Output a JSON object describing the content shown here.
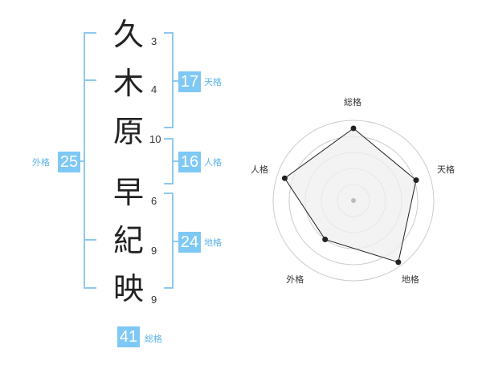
{
  "name": {
    "chars": [
      "久",
      "木",
      "原",
      "早",
      "紀",
      "映"
    ],
    "strokes": [
      "3",
      "4",
      "10",
      "6",
      "9",
      "9"
    ]
  },
  "fortunes": {
    "tenkaku": {
      "value": "17",
      "label": "天格"
    },
    "jinkaku": {
      "value": "16",
      "label": "人格"
    },
    "chikaku": {
      "value": "24",
      "label": "地格"
    },
    "gaikaku": {
      "value": "25",
      "label": "外格"
    },
    "soukaku": {
      "value": "41",
      "label": "総格"
    }
  },
  "chart_data": {
    "type": "radar",
    "axes": [
      "総格",
      "天格",
      "地格",
      "外格",
      "人格"
    ],
    "values": [
      0.9,
      0.82,
      0.95,
      0.6,
      0.9
    ],
    "rings": 5,
    "colors": {
      "fill": "#efefef",
      "line": "#222222",
      "grid": "#cccccc",
      "center": "#bbbbbb"
    }
  },
  "colors": {
    "accent": "#7ec8f5",
    "bracket": "#8ec9ef"
  }
}
